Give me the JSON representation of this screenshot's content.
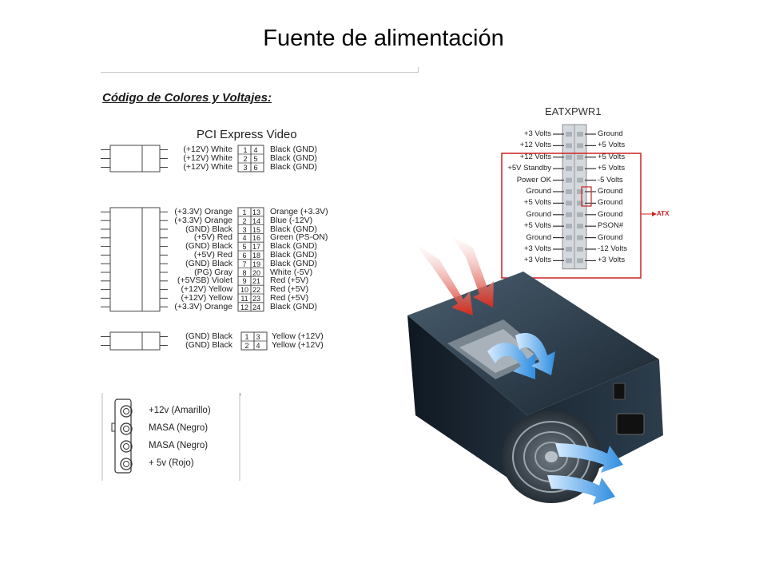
{
  "title": "Fuente de alimentación",
  "section_title": "Código de Colores y Voltajes:",
  "pci": {
    "title": "PCI Express Video",
    "left": [
      "(+12V) White",
      "(+12V) White",
      "(+12V) White"
    ],
    "pins": [
      [
        "1",
        "4"
      ],
      [
        "2",
        "5"
      ],
      [
        "3",
        "6"
      ]
    ],
    "right": [
      "Black (GND)",
      "Black (GND)",
      "Black (GND)"
    ]
  },
  "atx24": {
    "left": [
      "(+3.3V) Orange",
      "(+3.3V) Orange",
      "(GND) Black",
      "(+5V) Red",
      "(GND) Black",
      "(+5V) Red",
      "(GND) Black",
      "(PG) Gray",
      "(+5VSB) Violet",
      "(+12V) Yellow",
      "(+12V) Yellow",
      "(+3.3V) Orange"
    ],
    "pins": [
      [
        "1",
        "13"
      ],
      [
        "2",
        "14"
      ],
      [
        "3",
        "15"
      ],
      [
        "4",
        "16"
      ],
      [
        "5",
        "17"
      ],
      [
        "6",
        "18"
      ],
      [
        "7",
        "19"
      ],
      [
        "8",
        "20"
      ],
      [
        "9",
        "21"
      ],
      [
        "10",
        "22"
      ],
      [
        "11",
        "23"
      ],
      [
        "12",
        "24"
      ]
    ],
    "right": [
      "Orange (+3.3V)",
      "Blue (-12V)",
      "Black (GND)",
      "Green (PS-ON)",
      "Black (GND)",
      "Black (GND)",
      "Black (GND)",
      "White (-5V)",
      "Red (+5V)",
      "Red (+5V)",
      "Red (+5V)",
      "Black (GND)"
    ]
  },
  "p4": {
    "left": [
      "(GND) Black",
      "(GND) Black"
    ],
    "pins": [
      [
        "1",
        "3"
      ],
      [
        "2",
        "4"
      ]
    ],
    "right": [
      "Yellow (+12V)",
      "Yellow (+12V)"
    ]
  },
  "molex": [
    "+12v (Amarillo)",
    "MASA (Negro)",
    "MASA (Negro)",
    "+  5v  (Rojo)"
  ],
  "eatx": {
    "title": "EATXPWR1",
    "left": [
      "+3 Volts",
      "+12 Volts",
      "+12 Volts",
      "+5V Standby",
      "Power OK",
      "Ground",
      "+5 Volts",
      "Ground",
      "+5 Volts",
      "Ground",
      "+3 Volts",
      "+3 Volts"
    ],
    "right": [
      "Ground",
      "+5 Volts",
      "+5 Volts",
      "+5 Volts",
      "-5 Volts",
      "Ground",
      "Ground",
      "Ground",
      "PSON#",
      "Ground",
      "-12 Volts",
      "+3 Volts"
    ],
    "tag": "ATX"
  },
  "colors": {
    "red_box": "#cc2222",
    "arrow_red": "#e03a2a",
    "arrow_blue": "#4aa6e8",
    "psu_body": "#1e2a36"
  }
}
